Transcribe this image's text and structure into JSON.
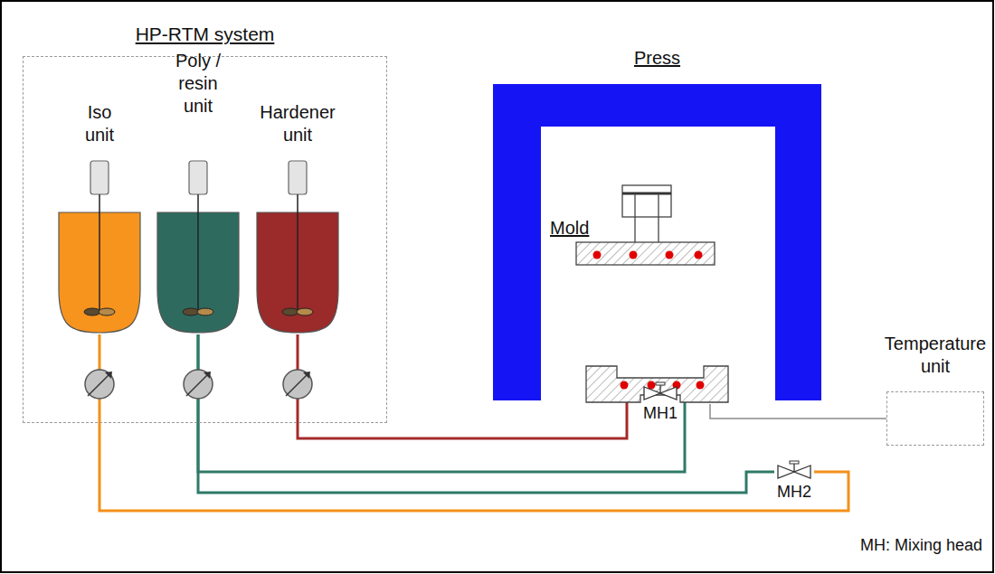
{
  "diagram": {
    "nodes": [
      {
        "text": [
          "HP-RTM system"
        ]
      },
      {
        "text": [
          "Iso unit"
        ],
        "in": 0
      },
      {
        "text": [
          "Poly / resin unit"
        ],
        "in": 0
      },
      {
        "text": [
          "Hardener unit"
        ],
        "in": 0
      },
      {
        "text": [
          "Press"
        ]
      },
      {
        "text": [
          "Mold"
        ],
        "in": 4
      },
      {
        "text": [
          "MH1"
        ]
      },
      {
        "text": [
          "MH2"
        ]
      },
      {
        "text": [
          "Temperature unit"
        ]
      }
    ],
    "edges": [
      {
        "from": 1,
        "to": 7,
        "arrow": "none"
      },
      {
        "from": 2,
        "to": 6,
        "arrow": "none"
      },
      {
        "from": 2,
        "to": 7,
        "arrow": "none"
      },
      {
        "from": 3,
        "to": 6,
        "arrow": "none"
      },
      {
        "from": 5,
        "to": 8,
        "arrow": "none"
      }
    ],
    "labels": [
      "MH: Mixing head"
    ]
  }
}
